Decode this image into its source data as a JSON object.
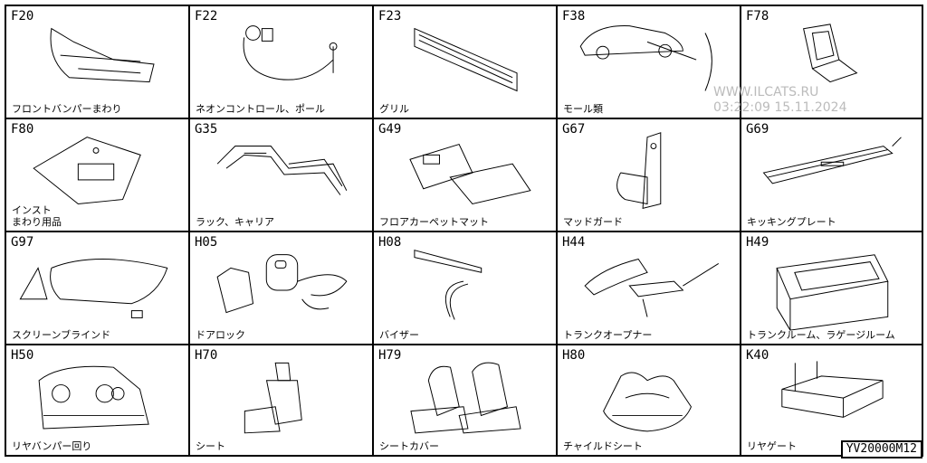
{
  "cells": [
    {
      "code": "F20",
      "name": "フロントバンパーまわり"
    },
    {
      "code": "F22",
      "name": "ネオンコントロール、ポール"
    },
    {
      "code": "F23",
      "name": "グリル"
    },
    {
      "code": "F38",
      "name": "モール類"
    },
    {
      "code": "F78",
      "name": ""
    },
    {
      "code": "F80",
      "name": "インスト\nまわり用品"
    },
    {
      "code": "G35",
      "name": "ラック、キャリア"
    },
    {
      "code": "G49",
      "name": "フロアカーペットマット"
    },
    {
      "code": "G67",
      "name": "マッドガード"
    },
    {
      "code": "G69",
      "name": "キッキングプレート"
    },
    {
      "code": "G97",
      "name": "スクリーンブラインド"
    },
    {
      "code": "H05",
      "name": "ドアロック"
    },
    {
      "code": "H08",
      "name": "バイザー"
    },
    {
      "code": "H44",
      "name": "トランクオープナー"
    },
    {
      "code": "H49",
      "name": "トランクルーム、ラゲージルーム"
    },
    {
      "code": "H50",
      "name": "リヤバンパー回り"
    },
    {
      "code": "H70",
      "name": "シート"
    },
    {
      "code": "H79",
      "name": "シートカバー"
    },
    {
      "code": "H80",
      "name": "チャイルドシート"
    },
    {
      "code": "K40",
      "name": "リヤゲート"
    }
  ],
  "watermark": {
    "site": "WWW.ILCATS.RU",
    "time": "03:22:09 15.11.2024"
  },
  "ref_code": "YV20000M12"
}
